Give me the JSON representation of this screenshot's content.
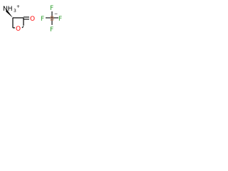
{
  "molecule": {
    "cation": {
      "amine_label": "NH",
      "amine_h_count": "3",
      "amine_charge": "+",
      "ring_oxygen": "O",
      "carbonyl_oxygen": "O"
    },
    "anion": {
      "center_atom": "B",
      "center_charge": "−",
      "fluorine_label": "F"
    }
  },
  "colors": {
    "oxygen": "#ff0000",
    "fluorine": "#2f9f2f",
    "boron": "#c08060",
    "bond": "#000000"
  }
}
